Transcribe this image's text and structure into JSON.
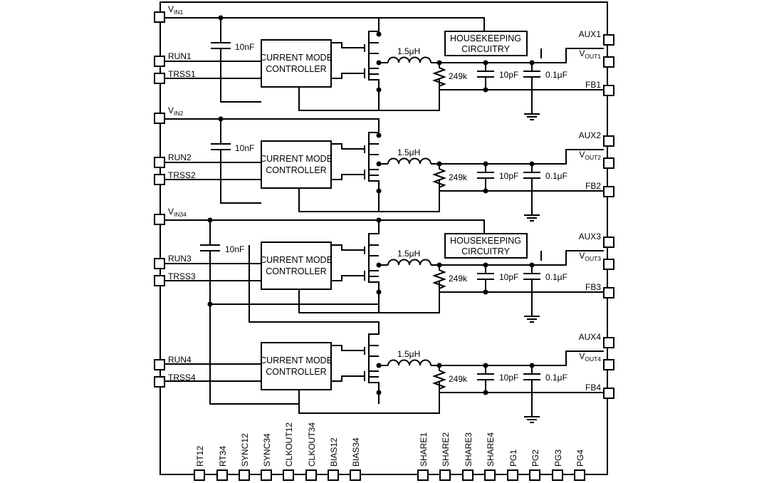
{
  "left_pins": {
    "vin1": {
      "main": "V",
      "sub": "IN1"
    },
    "run1": "RUN1",
    "trss1": "TRSS1",
    "vin2": {
      "main": "V",
      "sub": "IN2"
    },
    "run2": "RUN2",
    "trss2": "TRSS2",
    "vin34": {
      "main": "V",
      "sub": "IN34"
    },
    "run3": "RUN3",
    "trss3": "TRSS3",
    "run4": "RUN4",
    "trss4": "TRSS4"
  },
  "right_pins": {
    "aux1": "AUX1",
    "vout1": {
      "main": "V",
      "sub": "OUT1"
    },
    "fb1": "FB1",
    "aux2": "AUX2",
    "vout2": {
      "main": "V",
      "sub": "OUT2"
    },
    "fb2": "FB2",
    "aux3": "AUX3",
    "vout3": {
      "main": "V",
      "sub": "OUT3"
    },
    "fb3": "FB3",
    "aux4": "AUX4",
    "vout4": {
      "main": "V",
      "sub": "OUT4"
    },
    "fb4": "FB4"
  },
  "bottom_pins": [
    "RT12",
    "RT34",
    "SYNC12",
    "SYNC34",
    "CLKOUT12",
    "CLKOUT34",
    "BIAS12",
    "BIAS34",
    "SHARE1",
    "SHARE2",
    "SHARE3",
    "SHARE4",
    "PG1",
    "PG2",
    "PG3",
    "PG4"
  ],
  "controller": {
    "line1": "CURRENT MODE",
    "line2": "CONTROLLER"
  },
  "housekeeping": {
    "line1": "HOUSEKEEPING",
    "line2": "CIRCUITRY"
  },
  "components": {
    "cap_in": "10nF",
    "inductor": "1.5μH",
    "resistor": "249k",
    "cap_small": "10pF",
    "cap_out": "0.1μF"
  }
}
